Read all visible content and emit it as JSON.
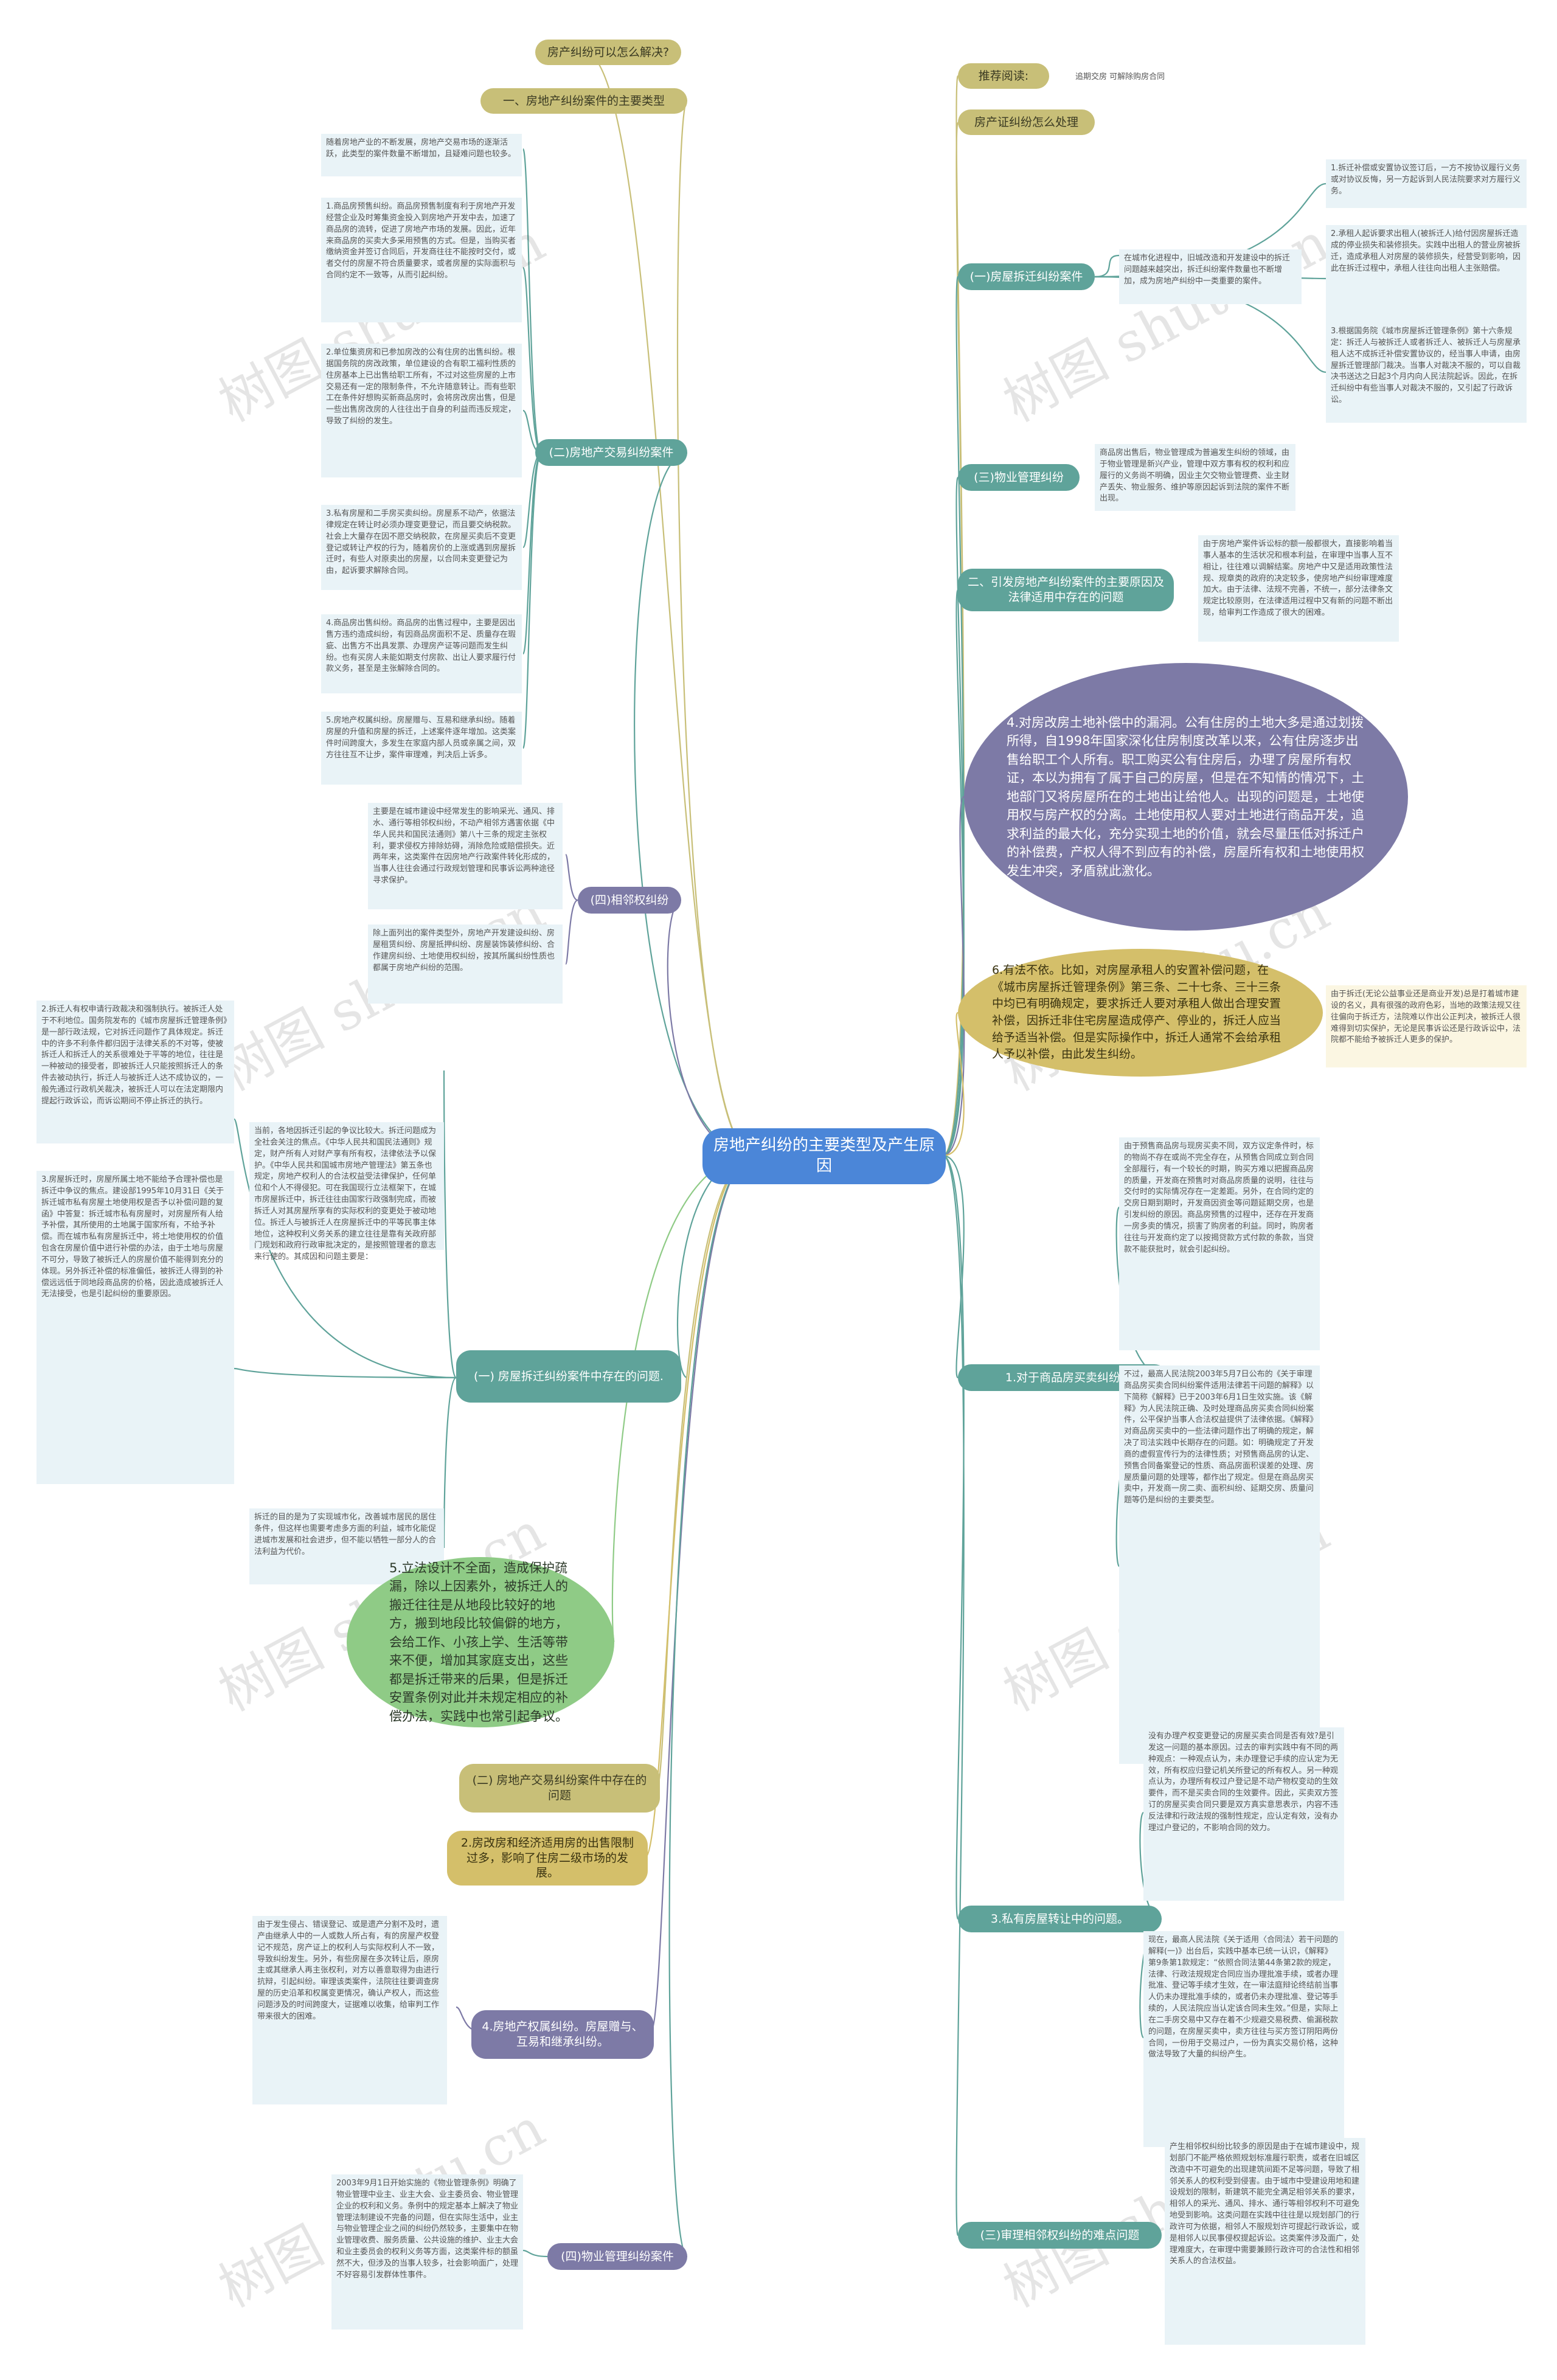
{
  "root": "房地产纠纷的主要类型及产生原因",
  "watermark": "树图 shutu.cn",
  "colors": {
    "root": "#4b86d8",
    "olive": "#c8bf78",
    "teal": "#5fa39a",
    "slate": "#7d7aa6",
    "green": "#8fcb86",
    "gold": "#d4bf6a"
  },
  "left": {
    "jiejue": "房产纠纷可以怎么解决?",
    "yi": "一、房地产纠纷案件的主要类型",
    "intro": "随着房地产业的不断发展，房地产交易市场的逐渐活跃，此类型的案件数量不断增加，且疑难问题也较多。",
    "jiaoyi": "(二)房地产交易纠纷案件",
    "jiaoyi_notes": [
      "1.商品房预售纠纷。商品房预售制度有利于房地产开发经营企业及时筹集资金投入到房地产开发中去，加速了商品房的流转，促进了房地产市场的发展。因此，近年来商品房的买卖大多采用预售的方式。但是，当购买者缴纳资金并签订合同后，开发商往往不能按时交付，或者交付的房屋不符合质量要求，或者房屋的实际面积与合同约定不一致等，从而引起纠纷。",
      "2.单位集资房和已参加房改的公有住房的出售纠纷。根据国务院的房改政策，单位建设的合有职工福利性质的住房基本上已出售给职工所有，不过对这些房屋的上市交易还有一定的限制条件，不允许随意转让。而有些职工在条件好想购买新商品房时，会将房改房出售，但是一些出售房改房的人往往出于自身的利益而违反规定，导致了纠纷的发生。",
      "3.私有房屋和二手房买卖纠纷。房屋系不动产，依据法律规定在转让时必须办理变更登记，而且要交纳税款。社会上大量存在因不愿交纳税款，在房屋买卖后不变更登记或转让产权的行为，随着房价的上涨或遇到房屋拆迁时，有些人对原卖出的房屋，以合同未变更登记为由，起诉要求解除合同。",
      "4.商品房出售纠纷。商品房的出售过程中，主要是因出售方违约造成纠纷，有因商品房面积不足、质量存在瑕疵、出售方不出具发票、办理房产证等问题而发生纠纷。也有买房人未能如期支付房款、出让人要求履行付款义务，甚至是主张解除合同的。",
      "5.房地产权属纠纷。房屋赠与、互易和继承纠纷。随着房屋的升值和房屋的拆迁，上述案件逐年增加。这类案件时间跨度大，多发生在家庭内部人员或亲属之间，双方往往互不让步，案件审理难，判决后上诉多。"
    ],
    "xianglin": "(四)相邻权纠纷",
    "xianglin_notes": [
      "主要是在城市建设中经常发生的影响采光、通风、排水、通行等相邻权纠纷，不动产相邻方遇害依据《中华人民共和国民法通则》第八十三条的规定主张权利，要求侵权方排除妨碍，消除危险或赔偿损失。近两年来，这类案件在因房地产行政案件转化形成的，当事人往往会通过行政规划管理和民事诉讼两种途径寻求保护。",
      "除上面列出的案件类型外，房地产开发建设纠纷、房屋租赁纠纷、房屋抵押纠纷、房屋装饰装修纠纷、合作建房纠纷、土地使用权纠纷，按其所属纠纷性质也都属于房地产纠纷的范围。"
    ],
    "chaiqian_intro": "当前，各地因拆迁引起的争议比较大。拆迁问题成为全社会关注的焦点。《中华人民共和国民法通则》规定，财产所有人对财产享有所有权，法律依法予以保护。《中华人民共和国城市房地产管理法》第五条也规定，房地产权利人的合法权益受法律保护，任何单位和个人不得侵犯。可在我国现行立法框架下，在城市房屋拆迁中，拆迁往往由国家行政强制完成，而被拆迁人对其房屋所享有的实际权利的变更处于被动地位。拆迁人与被拆迁人在房屋拆迁中的平等民事主体地位，这种权利义务关系的建立往往是靠有关政府部门规划和政府行政审批决定的，是按照管理者的意志来行使的。其成因和问题主要是：",
    "chaiqian": "(一) 房屋拆迁纠纷案件中存在的问题.",
    "chaiqian_notes": [
      "2.拆迁人有权申请行政裁决和强制执行。被拆迁人处于不利地位。国务院发布的《城市房屋拆迁管理条例》是一部行政法规，它对拆迁问题作了具体规定。拆迁中的许多不利条件都归因于法律关系的不对等，使被拆迁人和拆迁人的关系很难处于平等的地位，往往是一种被动的接受者，即被拆迁人只能按照拆迁人的条件去被动执行，拆迁人与被拆迁人达不成协议的，一般先通过行政机关裁决，被拆迁人可以在法定期限内提起行政诉讼，而诉讼期间不停止拆迁的执行。",
      "3.房屋拆迁时，房屋所属土地不能给予合理补偿也是拆迁中争议的焦点。建设部1995年10月31日《关于拆迁城市私有房屋土地使用权是否予以补偿问题的复函》中答复：拆迁城市私有房屋时，对房屋所有人给予补偿，其所使用的土地属于国家所有，不给予补偿。而在城市私有房屋拆迁中，将土地使用权的价值包含在房屋价值中进行补偿的办法，由于土地与房屋不可分，导致了被拆迁人的房屋价值不能得到充分的体现。另外拆迁补偿的标准偏低，被拆迁人得到的补偿远远低于同地段商品房的价格，因此造成被拆迁人无法接受，也是引起纠纷的重要原因。"
    ],
    "chaiqian_tail": "拆迁的目的是为了实现城市化，改善城市居民的居住条件，但这样也需要考虑多方面的利益，城市化能促进城市发展和社会进步，但不能以牺牲一部分人的合法利益为代价。",
    "li_fa": "5.立法设计不全面，造成保护疏漏，除以上因素外，被拆迁人的搬迁往往是从地段比较好的地方，搬到地段比较偏僻的地方，会给工作、小孩上学、生活等带来不便，增加其家庭支出，这些都是拆迁带来的后果，但是拆迁安置条例对此并未规定相应的补偿办法，实践中也常引起争议。",
    "jiaoyi_q": "(二) 房地产交易纠纷案件中存在的问题",
    "fangai": "2.房改房和经济适用房的出售限制过多，影响了住房二级市场的发展。",
    "quanshu": "4.房地产权属纠纷。房屋赠与、互易和继承纠纷。",
    "quanshu_note": "由于发生侵占、错误登记、或是遗产分割不及时，遗产由继承人中的一人或数人所占有，有的房屋产权登记不规范，房产证上的权利人与实际权利人不一致，导致纠纷发生。另外，有些房屋在多次转让后，原房主或其继承人再主张权利，对方以善意取得为由进行抗辩，引起纠纷。审理该类案件，法院往往要调查房屋的历史沿革和权属变更情况，确认产权人，而这些问题涉及的时间跨度大，证据难以收集，给审判工作带来很大的困难。",
    "wuye4": "(四)物业管理纠纷案件",
    "wuye4_note": "2003年9月1日开始实施的《物业管理条例》明确了物业管理中业主、业主大会、业主委员会、物业管理企业的权利和义务。条例中的规定基本上解决了物业管理法制建设不完备的问题，但在实际生活中，业主与物业管理企业之间的纠纷仍然较多，主要集中在物业管理收费、服务质量、公共设施的维护、业主大会和业主委员会的权利义务等方面，这类案件标的额虽然不大，但涉及的当事人较多，社会影响面广，处理不好容易引发群体性事件。"
  },
  "right": {
    "tuijian": "推荐阅读:",
    "tuijian_links": "追期交房  可解除购房合同",
    "chanquan": "房产证纠纷怎么处理",
    "chaiqian1": "(一)房屋拆迁纠纷案件",
    "chaiqian1_intro": "在城市化进程中，旧城改造和开发建设中的拆迁问题越来越突出，拆迁纠纷案件数量也不断增加，成为房地产纠纷中一类重要的案件。",
    "chaiqian1_notes": [
      "1.拆迁补偿或安置协议签订后，一方不按协议履行义务或对协议反悔，另一方起诉到人民法院要求对方履行义务。",
      "2.承租人起诉要求出租人(被拆迁人)给付因房屋拆迁造成的停业损失和装修损失。实践中出租人的营业房被拆迁，造成承租人对房屋的装修损失，经营受到影响，因此在拆迁过程中，承租人往往向出租人主张赔偿。",
      "3.根据国务院《城市房屋拆迁管理条例》第十六条规定：拆迁人与被拆迁人或者拆迁人、被拆迁人与房屋承租人达不成拆迁补偿安置协议的，经当事人申请，由房屋拆迁管理部门裁决。当事人对裁决不服的，可以自裁决书送达之日起3个月内向人民法院起诉。因此，在拆迁纠纷中有些当事人对裁决不服的，又引起了行政诉讼。"
    ],
    "wuye3": "(三)物业管理纠纷",
    "wuye3_note": "商品房出售后，物业管理成为普遍发生纠纷的领域，由于物业管理是新兴产业，管理中双方事有权的权利和应履行的义务尚不明确，因业主欠交物业管理费、业主财产丢失、物业服务、维护等原因起诉到法院的案件不断出现。",
    "er": "二、引发房地产纠纷案件的主要原因及法律适用中存在的问题",
    "er_note": "由于房地产案件诉讼标的额一般都很大，直接影响着当事人基本的生活状况和根本利益，在审理中当事人互不相让，往往难以调解结案。房地产中又是适用政策性法规、规章类的政府的决定较多，使房地产纠纷审理难度加大。由于法律、法规不完善，不统一，部分法律条文规定比较原则，在法律适用过程中又有新的问题不断出现，给审判工作造成了很大的困难。",
    "tudi": "4.对房改房土地补偿中的漏洞。公有住房的土地大多是通过划拨所得，自1998年国家深化住房制度改革以来，公有住房逐步出售给职工个人所有。职工购买公有住房后，办理了房屋所有权证，本以为拥有了属于自己的房屋，但是在不知情的情况下，土地部门又将房屋所在的土地出让给他人。出现的问题是，土地使用权与房产权的分离。土地使用权人要对土地进行商品开发，追求利益的最大化，充分实现土地的价值，就会尽量压低对拆迁户的补偿费，产权人得不到应有的补偿，房屋所有权和土地使用权发生冲突，矛盾就此激化。",
    "jijiao": "6.有法不依。比如，对房屋承租人的安置补偿问题，在《城市房屋拆迁管理条例》第三条、二十七条、三十三条中均已有明确规定，要求拆迁人要对承租人做出合理安置补偿，因拆迁非住宅房屋造成停产、停业的，拆迁人应当给予适当补偿。但是实际操作中，拆迁人通常不会给承租人予以补偿，由此发生纠纷。",
    "jijiao_note": "由于拆迁(无论公益事业还是商业开发)总是打着城市建设的名义，具有很强的政府色彩，当地的政策法规又往往偏向于拆迁方，法院难以作出公正判决，被拆迁人很难得到切实保护，无论是民事诉讼还是行政诉讼中，法院都不能给予被拆迁人更多的保护。",
    "shangpin": "1.对于商品房买卖纠纷",
    "shangpin_notes": [
      "由于预售商品房与现房买卖不同，双方议定条件时，标的物尚不存在或尚不完全存在，从预售合同成立到合同全部履行，有一个较长的时期，购买方难以把握商品房的质量，开发商在预售时对商品房质量的说明，往往与交付时的实际情况存在一定差距。另外，在合同约定的交房日期到期时，开发商因资金等问题延期交房，也是引发纠纷的原因。商品房预售的过程中，还存在开发商一房多卖的情况，损害了购房者的利益。同时，购房者往往与开发商约定了以按揭贷款方式付款的条款，当贷款不能获批时，就会引起纠纷。",
      "不过，最高人民法院2003年5月7日公布的《关于审理商品房买卖合同纠纷案件适用法律若干问题的解释》以下简称《解释》已于2003年6月1日生效实施。该《解释》为人民法院正确、及时处理商品房买卖合同纠纷案件，公平保护当事人合法权益提供了法律依据。《解释》对商品房买卖中的一些法律问题作出了明确的规定，解决了司法实践中长期存在的问题。如：明确规定了开发商的虚假宣传行为的法律性质；对预售商品房的认定、预售合同备案登记的性质、商品房面积误差的处理、房屋质量问题的处理等，都作出了规定。但是在商品房买卖中，开发商一房二卖、面积纠纷、延期交房、质量问题等仍是纠纷的主要类型。"
    ],
    "siyou": "3.私有房屋转让中的问题。",
    "siyou_notes": [
      "没有办理产权变更登记的房屋买卖合同是否有效?是引发这一问题的基本原因。过去的审判实践中有不同的两种观点：一种观点认为，未办理登记手续的应认定为无效，所有权应归登记机关所登记的所有权人。另一种观点认为，办理所有权过户登记是不动产物权变动的生效要件，而不是买卖合同的生效要件。因此，买卖双方签订的房屋买卖合同只要是双方真实意思表示，内容不违反法律和行政法规的强制性规定，应认定有效，没有办理过户登记的，不影响合同的效力。",
      "现在，最高人民法院《关于适用〈合同法〉若干问题的解释(一)》出台后，实践中基本已统一认识，《解释》第9条第1款规定：“依照合同法第44条第2款的规定，法律、行政法规规定合同应当办理批准手续，或者办理批准、登记等手续才生效，在一审法庭辩论终结前当事人仍未办理批准手续的，或者仍未办理批准、登记等手续的，人民法院应当认定该合同未生效。”但是，实际上在二手房交易中又存在着不少规避交易税费、偷漏税款的问题，在房屋买卖中，卖方往往与买方签订阴阳两份合同，一份用于交易过户，一份为真实交易价格，这种做法导致了大量的纠纷产生。"
    ],
    "xianglin3": "(三)审理相邻权纠纷的难点问题",
    "xianglin3_note": "产生相邻权纠纷比较多的原因是由于在城市建设中，规划部门不能严格依照规划标准履行职责，或者在旧城区改造中不可避免的出现建筑间距不足等问题，导致了相邻关系人的权利受到侵害。由于城市中受建设用地和建设规划的限制，新建筑不能完全满足相邻关系的要求，相邻人的采光、通风、排水、通行等相邻权利不可避免地受到影响。这类问题在实践中往往是以规划部门的行政许可为依据，相邻人不服规划许可提起行政诉讼，或是相邻人以民事侵权提起诉讼。这类案件涉及面广，处理难度大，在审理中需要兼顾行政许可的合法性和相邻关系人的合法权益。"
  }
}
